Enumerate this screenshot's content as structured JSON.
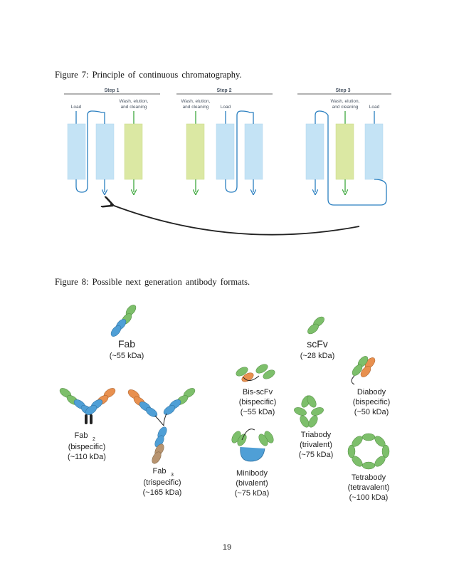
{
  "figure7": {
    "caption": "Figure 7: Principle of continuous chromatography.",
    "steps": [
      {
        "title": "Step 1",
        "labels": [
          "Load",
          "Wash, elution,",
          "and cleaning"
        ]
      },
      {
        "title": "Step 2",
        "labels": [
          "Wash, elution,",
          "and cleaning",
          "Load"
        ]
      },
      {
        "title": "Step 3",
        "labels": [
          "Wash, elution,",
          "and cleaning",
          "Load"
        ]
      }
    ]
  },
  "figure8": {
    "caption": "Figure 8: Possible next generation antibody formats.",
    "formats": {
      "fab": {
        "name": "Fab",
        "size": "(~55 kDa)"
      },
      "scfv": {
        "name": "scFv",
        "size": "(~28 kDa)"
      },
      "fab2": {
        "name": "Fab",
        "sub": "2",
        "type": "(bispecific)",
        "size": "(~110 kDa)"
      },
      "fab3": {
        "name": "Fab",
        "sub": "3",
        "type": "(trispecific)",
        "size": "(~165 kDa)"
      },
      "bisscfv": {
        "name": "Bis-scFv",
        "type": "(bispecific)",
        "size": "(~55 kDa)"
      },
      "diabody": {
        "name": "Diabody",
        "type": "(bispecific)",
        "size": "(~50 kDa)"
      },
      "triabody": {
        "name": "Triabody",
        "type": "(trivalent)",
        "size": "(~75 kDa)"
      },
      "minibody": {
        "name": "Minibody",
        "type": "(bivalent)",
        "size": "(~75 kDa)"
      },
      "tetrabody": {
        "name": "Tetrabody",
        "type": "(tetravalent)",
        "size": "(~100 kDa)"
      }
    }
  },
  "page_number": "19",
  "colors": {
    "column_blue": "#c4e3f5",
    "column_green": "#dbe8a3",
    "flow_blue": "#2a7fc0",
    "flow_green": "#3da83d",
    "arrow_dark": "#222222",
    "domain_green": "#7dbf6b",
    "domain_blue": "#4f9fd6",
    "domain_orange": "#e8904f",
    "domain_brown": "#b89470"
  }
}
